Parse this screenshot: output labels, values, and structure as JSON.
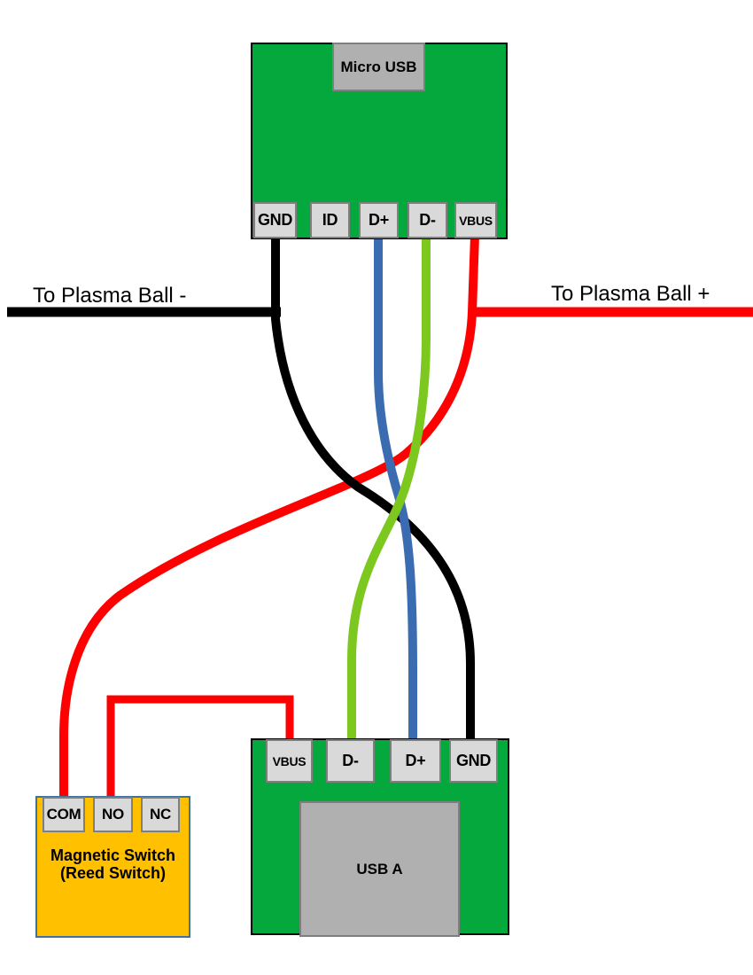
{
  "labels": {
    "plasma_minus": "To Plasma Ball -",
    "plasma_plus": "To Plasma Ball +"
  },
  "micro_usb": {
    "title": "Micro USB",
    "pins": [
      "GND",
      "ID",
      "D+",
      "D-",
      "VBUS"
    ]
  },
  "usb_a": {
    "title": "USB A",
    "pins": [
      "VBUS",
      "D-",
      "D+",
      "GND"
    ]
  },
  "reed_switch": {
    "title_line1": "Magnetic Switch",
    "title_line2": "(Reed Switch)",
    "pins": [
      "COM",
      "NO",
      "NC"
    ]
  },
  "wires": [
    {
      "name": "micro-vbus-to-switch-com",
      "color": "red"
    },
    {
      "name": "plasma-ball-plus-feed",
      "color": "red"
    },
    {
      "name": "switch-no-to-usba-vbus",
      "color": "red"
    },
    {
      "name": "micro-gnd-to-usba-gnd",
      "color": "black"
    },
    {
      "name": "plasma-ball-minus-feed",
      "color": "black"
    },
    {
      "name": "micro-dplus-to-usba-dplus",
      "color": "blue"
    },
    {
      "name": "micro-dminus-to-usba-dminus",
      "color": "green"
    }
  ],
  "colors": {
    "board_green": "#04A83C",
    "pin_fill": "#D9D9D9",
    "pin_border": "#7F7F7F",
    "component_label_fill": "#B0B0B0",
    "component_label_border": "#7F7F7F",
    "switch_fill": "#FFC000",
    "switch_border": "#41719C",
    "wire_red": "#FF0000",
    "wire_black": "#000000",
    "wire_blue": "#3B6CB1",
    "wire_green": "#7CC81E"
  }
}
